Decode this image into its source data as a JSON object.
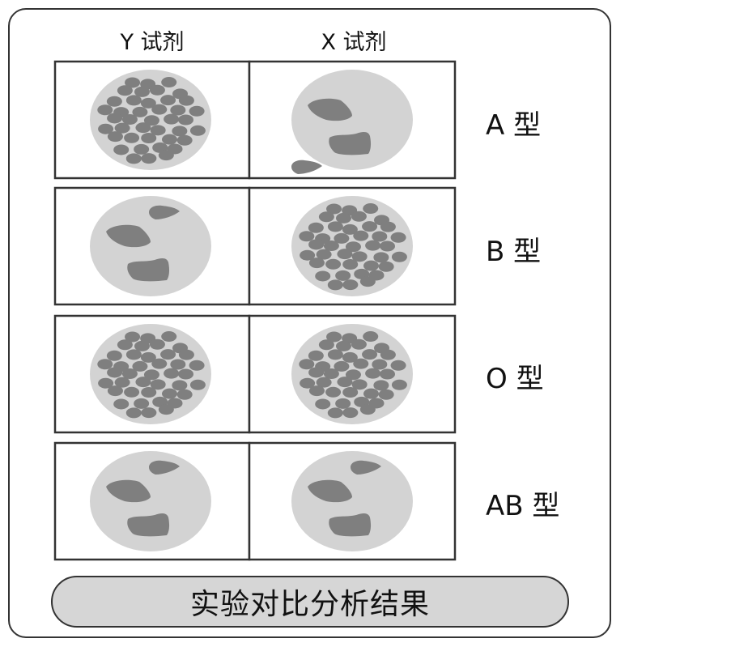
{
  "columns": [
    "Y 试剂",
    "X 试剂"
  ],
  "rows": [
    {
      "label": "A 型",
      "cells": [
        {
          "agglutinated": true
        },
        {
          "agglutinated": false
        }
      ]
    },
    {
      "label": "B 型",
      "cells": [
        {
          "agglutinated": false
        },
        {
          "agglutinated": true
        }
      ]
    },
    {
      "label": "O 型",
      "cells": [
        {
          "agglutinated": true
        },
        {
          "agglutinated": true
        }
      ]
    },
    {
      "label": "AB 型",
      "cells": [
        {
          "agglutinated": false
        },
        {
          "agglutinated": false
        }
      ]
    }
  ],
  "footer": "实验对比分析结果",
  "colors": {
    "plate": "#d3d3d3",
    "cells": "#7f7f7f",
    "border": "#333333"
  }
}
